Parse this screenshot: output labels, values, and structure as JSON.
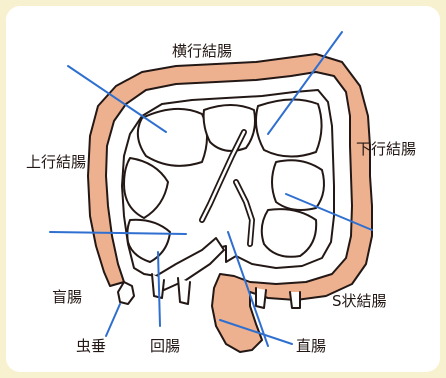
{
  "diagram": {
    "labels": {
      "transverse_colon": "横行結腸",
      "ascending_colon": "上行結腸",
      "descending_colon": "下行結腸",
      "cecum": "盲腸",
      "sigmoid_colon": "S状結腸",
      "appendix": "虫垂",
      "ileum": "回腸",
      "rectum": "直腸"
    },
    "colors": {
      "background": "#f8f1cf",
      "colon_wall": "#eeb18f",
      "colon_outline": "#231815",
      "leader_line": "#2f6fd0"
    }
  }
}
